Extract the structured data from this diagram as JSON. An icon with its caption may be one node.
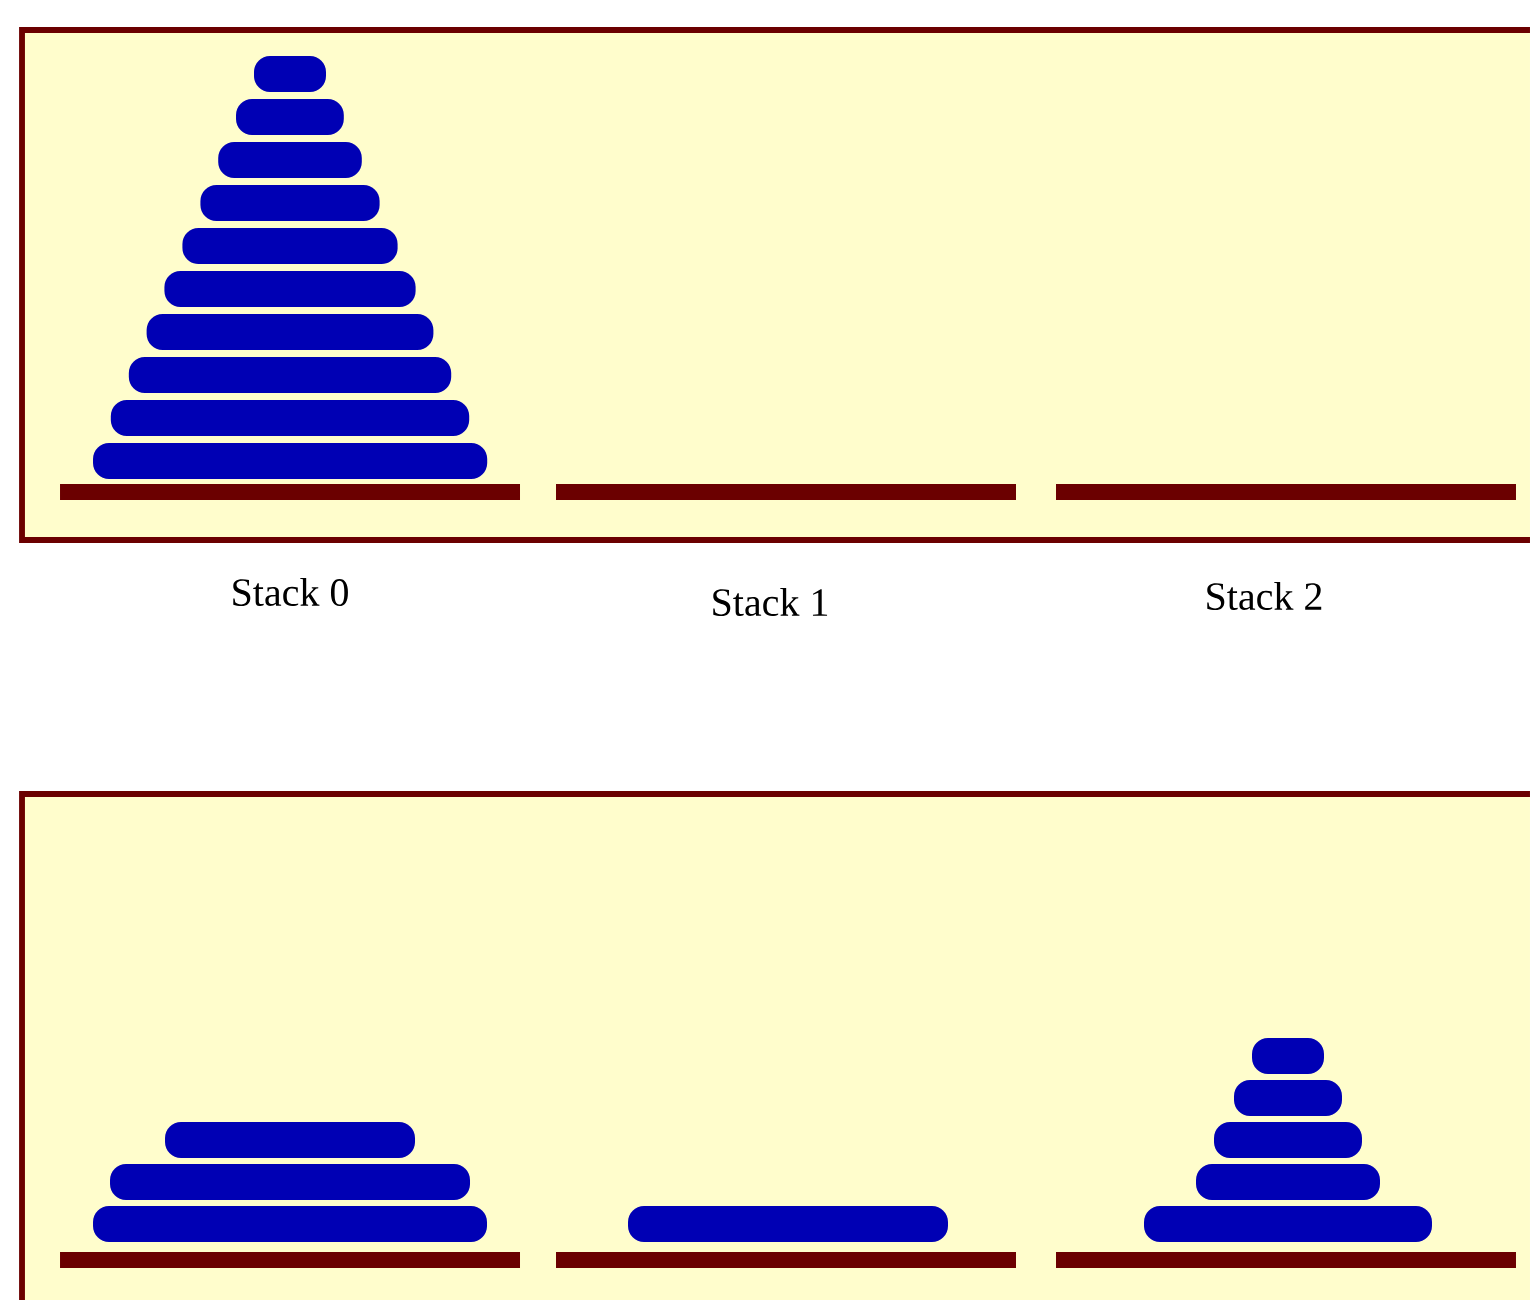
{
  "diagram": {
    "labels": [
      "Stack 0",
      "Stack 1",
      "Stack 2"
    ]
  }
}
